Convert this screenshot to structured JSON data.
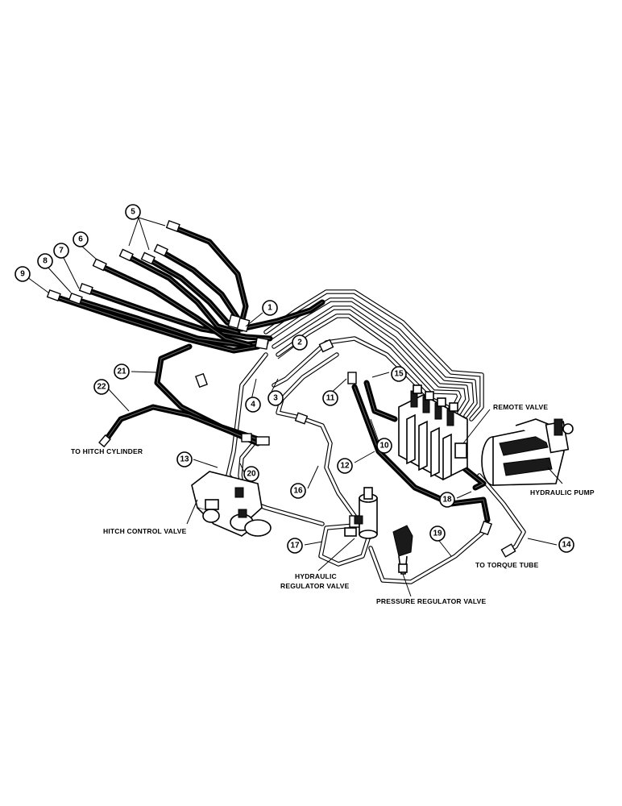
{
  "callouts": [
    {
      "id": "c1",
      "number": "1"
    },
    {
      "id": "c2",
      "number": "2"
    },
    {
      "id": "c3",
      "number": "3"
    },
    {
      "id": "c4",
      "number": "4"
    },
    {
      "id": "c5",
      "number": "5"
    },
    {
      "id": "c6",
      "number": "6"
    },
    {
      "id": "c7",
      "number": "7"
    },
    {
      "id": "c8",
      "number": "8"
    },
    {
      "id": "c9",
      "number": "9"
    },
    {
      "id": "c10",
      "number": "10"
    },
    {
      "id": "c11",
      "number": "11"
    },
    {
      "id": "c12",
      "number": "12"
    },
    {
      "id": "c13",
      "number": "13"
    },
    {
      "id": "c14",
      "number": "14"
    },
    {
      "id": "c15",
      "number": "15"
    },
    {
      "id": "c16",
      "number": "16"
    },
    {
      "id": "c17",
      "number": "17"
    },
    {
      "id": "c18",
      "number": "18"
    },
    {
      "id": "c19",
      "number": "19"
    },
    {
      "id": "c20",
      "number": "20"
    },
    {
      "id": "c21",
      "number": "21"
    },
    {
      "id": "c22",
      "number": "22"
    }
  ],
  "labels": {
    "to_hitch_cylinder": "TO HITCH CYLINDER",
    "remote_valve": "REMOTE VALVE",
    "hydraulic_pump": "HYDRAULIC PUMP",
    "hitch_control_valve": "HITCH CONTROL VALVE",
    "to_torque_tube": "TO TORQUE TUBE",
    "hydraulic_regulator_valve_line1": "HYDRAULIC",
    "hydraulic_regulator_valve_line2": "REGULATOR VALVE",
    "pressure_regulator_valve": "PRESSURE REGULATOR VALVE"
  }
}
